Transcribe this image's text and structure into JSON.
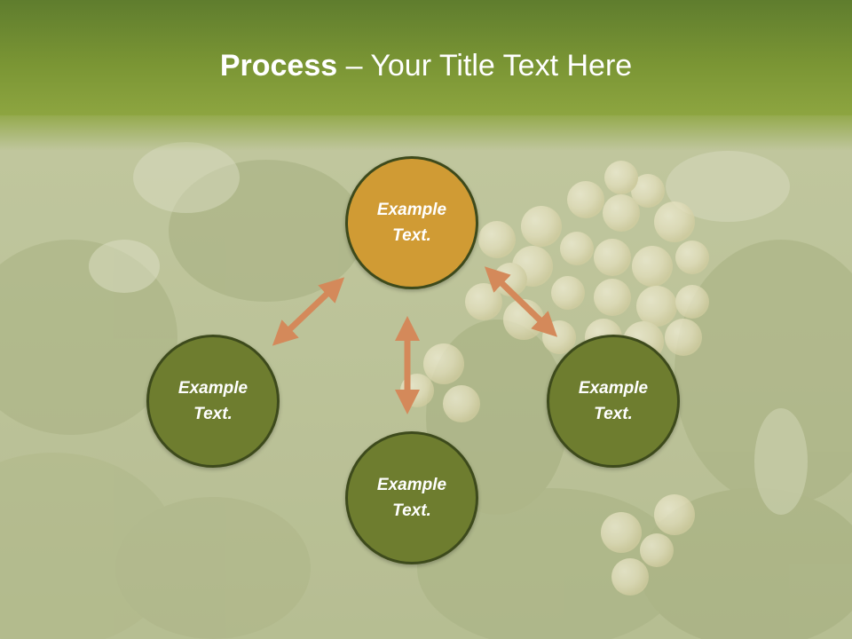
{
  "title": {
    "bold": "Process",
    "rest": " – Your Title Text Here"
  },
  "colors": {
    "top_circle": "#d09b34",
    "other_circles": "#6e7d2f",
    "arrows": "#d4895a",
    "header": "#7a9534"
  },
  "nodes": [
    {
      "id": "top",
      "line1": "Example",
      "line2": "Text."
    },
    {
      "id": "left",
      "line1": "Example",
      "line2": "Text."
    },
    {
      "id": "right",
      "line1": "Example",
      "line2": "Text."
    },
    {
      "id": "bottom",
      "line1": "Example",
      "line2": "Text."
    }
  ]
}
